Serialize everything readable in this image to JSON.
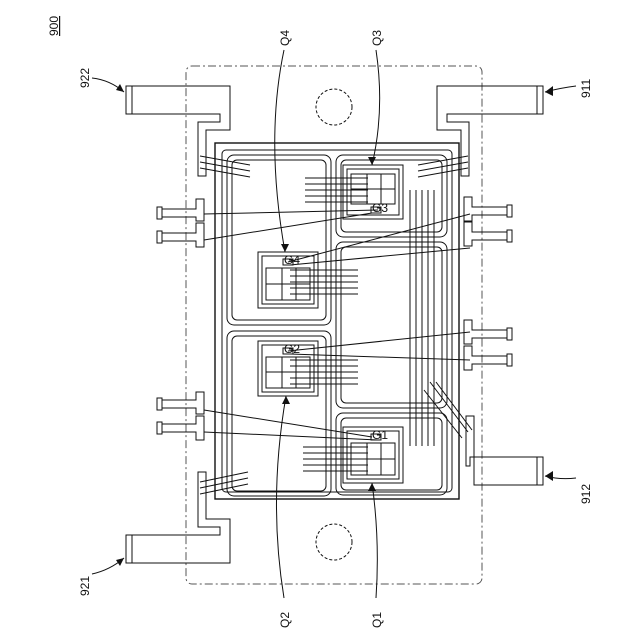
{
  "figure": {
    "number": "900",
    "terminals": {
      "t922": "922",
      "t911": "911",
      "t921": "921",
      "t912": "912"
    },
    "switches": {
      "q1": "Q1",
      "q2": "Q2",
      "q3": "Q3",
      "q4": "Q4"
    },
    "chip_marks": {
      "q1": "G1",
      "q2": "G2",
      "q3": "G3",
      "q4": "G4"
    }
  }
}
